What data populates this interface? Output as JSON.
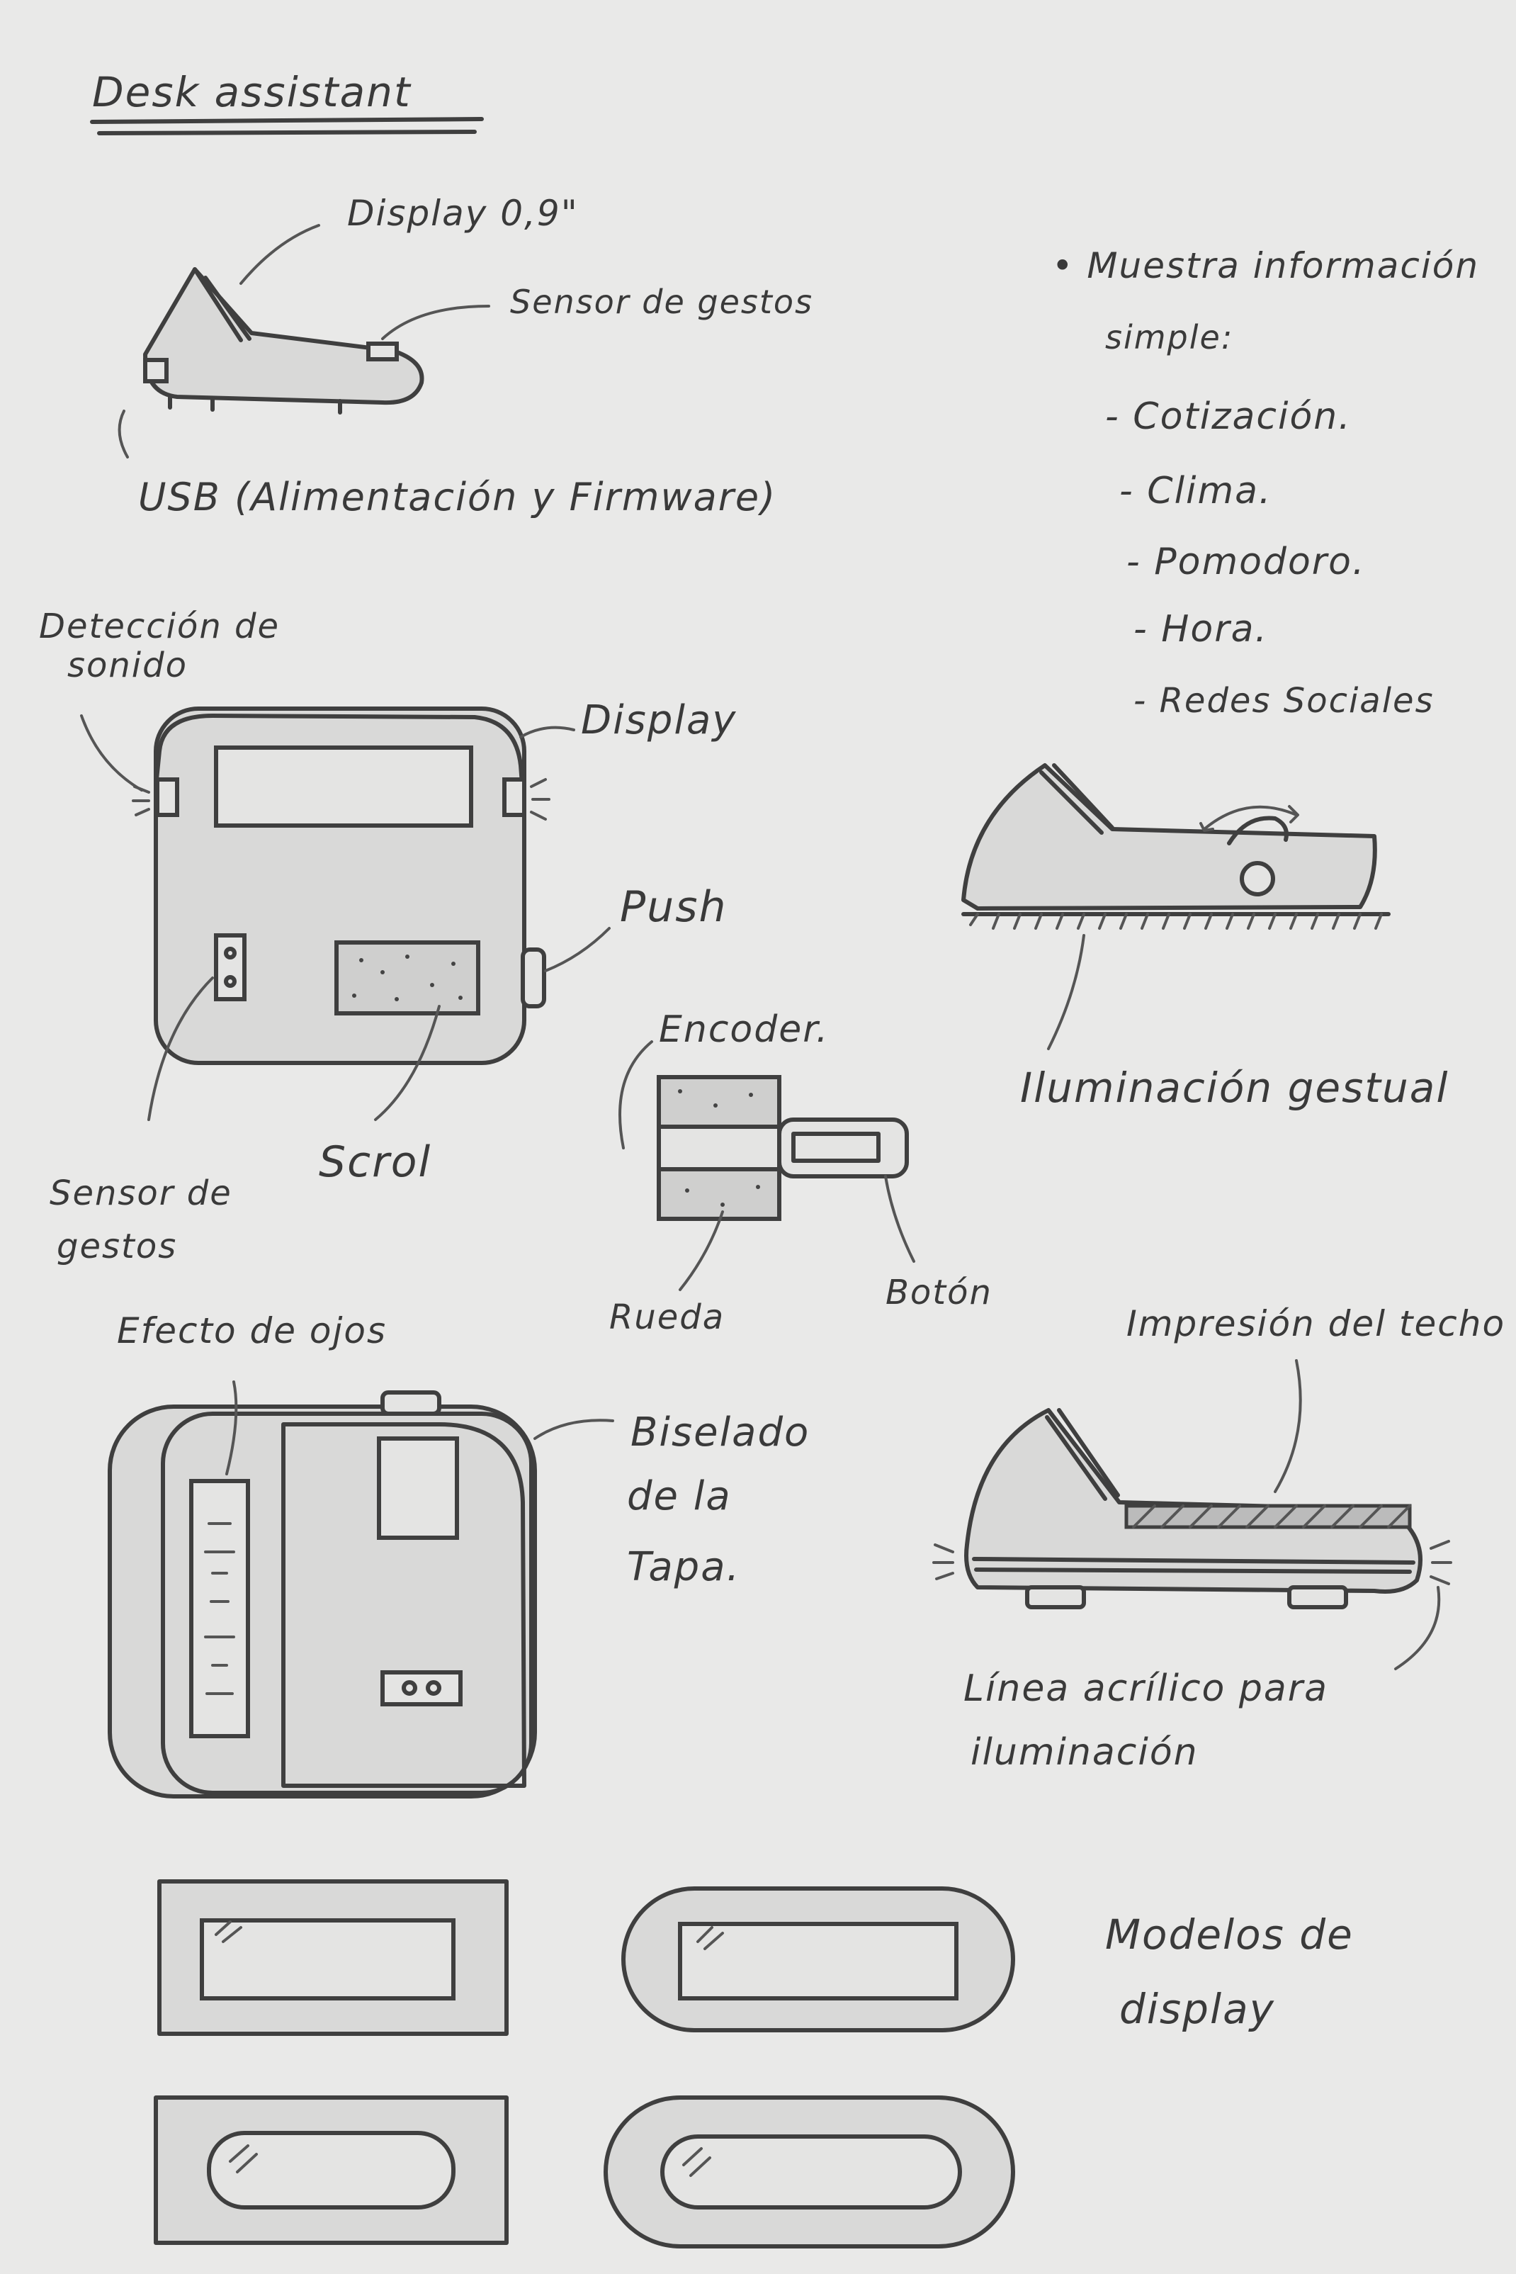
{
  "title": "Desk assistant",
  "top": {
    "display": "Display 0,9\"",
    "sensor": "Sensor de gestos",
    "usb": "USB (Alimentación y Firmware)"
  },
  "features": {
    "heading_1": "• Muestra información",
    "heading_2": "simple:",
    "items": [
      "- Cotización.",
      "- Clima.",
      "- Pomodoro.",
      "- Hora.",
      "- Redes Sociales"
    ]
  },
  "front": {
    "sound_1": "Detección de",
    "sound_2": "sonido",
    "display": "Display",
    "push": "Push",
    "scrol": "Scrol",
    "sensor_1": "Sensor de",
    "sensor_2": "gestos"
  },
  "encoder": {
    "title": "Encoder.",
    "wheel": "Rueda",
    "button": "Botón"
  },
  "side_light": {
    "label": "Iluminación gestual"
  },
  "back": {
    "eyes": "Efecto de ojos",
    "bevel_1": "Biselado",
    "bevel_2": "de la",
    "bevel_3": "Tapa."
  },
  "acrylic": {
    "top_label": "Impresión del techo",
    "line_1": "Línea acrílico para",
    "line_2": "iluminación"
  },
  "models": {
    "label_1": "Modelos de",
    "label_2": "display"
  }
}
